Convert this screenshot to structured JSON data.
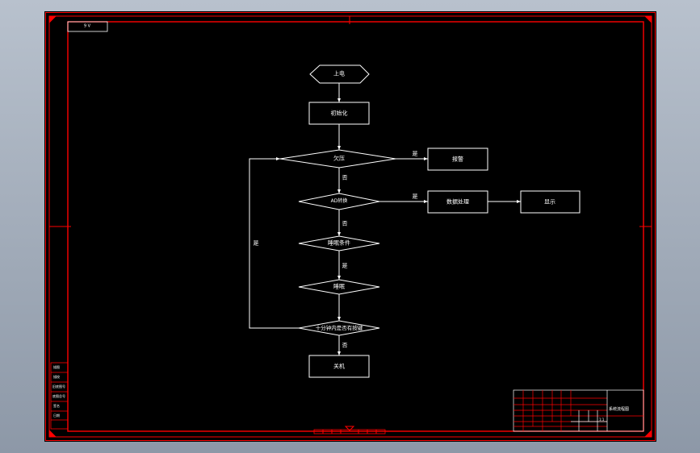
{
  "drawing": {
    "corner_tag": "9 V",
    "nodes": {
      "start": "上电",
      "init": "初始化",
      "q1": "欠压",
      "alarm": "报警",
      "q2": "AD转换",
      "process": "数据处理",
      "display": "显示",
      "q3": "睡眠条件",
      "sleep": "睡眠",
      "q4": "十分钟内是否有按键",
      "off": "关机"
    },
    "edges": {
      "yes": "是",
      "no": "否"
    },
    "title_block": {
      "drawing_title": "系统流程图",
      "scale": "1:1"
    },
    "side_labels": [
      "描图",
      "描校",
      "旧底图号",
      "底图总号",
      "签名",
      "日期"
    ]
  },
  "colors": {
    "frame": "#ff0000",
    "lines": "#ffffff",
    "background": "#000000"
  }
}
